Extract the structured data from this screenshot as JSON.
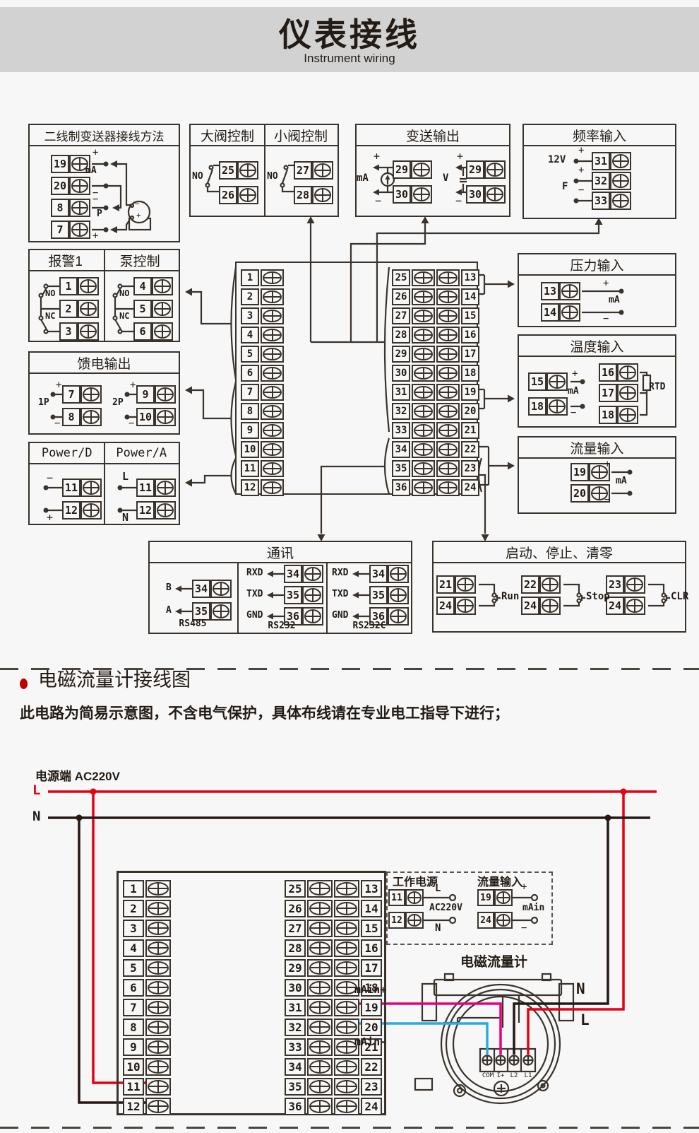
{
  "title": {
    "zh": "仪表接线",
    "en": "Instrument wiring"
  },
  "upper": {
    "two_wire": {
      "title": "二线制变送器接线方法",
      "t": [
        "19",
        "20",
        "8",
        "7"
      ],
      "plus1": "+",
      "ma": "mA",
      "minus1": "−",
      "minus2": "−",
      "p": "P",
      "plus2": "+",
      "tx_minus": "−",
      "tx_plus": "+"
    },
    "big_valve": {
      "title": "大阀控制",
      "no": "NO",
      "t": [
        "25",
        "26"
      ]
    },
    "small_valve": {
      "title": "小阀控制",
      "no": "NO",
      "t": [
        "27",
        "28"
      ]
    },
    "transmit": {
      "title": "变送输出",
      "ma": "mA",
      "v": "V",
      "plus": "+",
      "minus": "−",
      "t_ma": [
        "29",
        "30"
      ],
      "t_v": [
        "29",
        "30"
      ]
    },
    "freq": {
      "title": "频率输入",
      "v12": "12V",
      "f": "F",
      "plus": "+",
      "minus": "−",
      "t": [
        "31",
        "32",
        "33"
      ]
    },
    "alarm": {
      "title": "报警1",
      "no": "NO",
      "nc": "NC",
      "t": [
        "1",
        "2",
        "3"
      ]
    },
    "pump": {
      "title": "泵控制",
      "no": "NO",
      "nc": "NC",
      "t": [
        "4",
        "5",
        "6"
      ]
    },
    "feed": {
      "title": "馈电输出",
      "g1": "1P",
      "g2": "2P",
      "plus": "+",
      "minus": "−",
      "t1": [
        "7",
        "8"
      ],
      "t2": [
        "9",
        "10"
      ]
    },
    "power_d": {
      "title": "Power/D",
      "minus": "−",
      "plus": "+",
      "t": [
        "11",
        "12"
      ]
    },
    "power_a": {
      "title": "Power/A",
      "l": "L",
      "n": "N",
      "t": [
        "11",
        "12"
      ]
    },
    "pressure": {
      "title": "压力输入",
      "plus": "+",
      "minus": "−",
      "ma": "mA",
      "t": [
        "13",
        "14"
      ]
    },
    "temperature": {
      "title": "温度输入",
      "plus": "+",
      "minus": "−",
      "ma": "mA",
      "rtd": "RTD",
      "t_left": [
        "15",
        "18"
      ],
      "t_right": [
        "16",
        "17",
        "18"
      ]
    },
    "flow": {
      "title": "流量输入",
      "plus": "+",
      "minus": "−",
      "ma": "mA",
      "t": [
        "19",
        "20"
      ]
    },
    "comm": {
      "title": "通讯",
      "rs485": {
        "labels": [
          "B",
          "A"
        ],
        "t": [
          "34",
          "35"
        ],
        "name": "RS485"
      },
      "rs232": {
        "labels": [
          "RXD",
          "TXD",
          "GND"
        ],
        "t": [
          "34",
          "35",
          "36"
        ],
        "name": "RS232"
      },
      "rs232c": {
        "labels": [
          "RXD",
          "TXD",
          "GND"
        ],
        "t": [
          "34",
          "35",
          "36"
        ],
        "name": "RS232C"
      }
    },
    "control": {
      "title": "启动、停止、清零",
      "groups": [
        {
          "a": "21",
          "b": "24",
          "label": "Run"
        },
        {
          "a": "22",
          "b": "24",
          "label": "Stop"
        },
        {
          "a": "23",
          "b": "24",
          "label": "CLR"
        }
      ]
    },
    "strip_left": [
      "1",
      "2",
      "3",
      "4",
      "5",
      "6",
      "7",
      "8",
      "9",
      "10",
      "11",
      "12"
    ],
    "strip_right": [
      {
        "a": "25",
        "b": "13"
      },
      {
        "a": "26",
        "b": "14"
      },
      {
        "a": "27",
        "b": "15"
      },
      {
        "a": "28",
        "b": "16"
      },
      {
        "a": "29",
        "b": "17"
      },
      {
        "a": "30",
        "b": "18"
      },
      {
        "a": "31",
        "b": "19"
      },
      {
        "a": "32",
        "b": "20"
      },
      {
        "a": "33",
        "b": "21"
      },
      {
        "a": "34",
        "b": "22"
      },
      {
        "a": "35",
        "b": "23"
      },
      {
        "a": "36",
        "b": "24"
      }
    ]
  },
  "lower": {
    "heading": "电磁流量计接线图",
    "note": "此电路为简易示意图，不含电气保护，具体布线请在专业电工指导下进行；",
    "power_label": "电源端 AC220V",
    "l": "L",
    "n": "N",
    "strip_left": [
      "1",
      "2",
      "3",
      "4",
      "5",
      "6",
      "7",
      "8",
      "9",
      "10",
      "11",
      "12"
    ],
    "strip_right": [
      {
        "a": "25",
        "b": "13"
      },
      {
        "a": "26",
        "b": "14"
      },
      {
        "a": "27",
        "b": "15"
      },
      {
        "a": "28",
        "b": "16"
      },
      {
        "a": "29",
        "b": "17"
      },
      {
        "a": "30",
        "b": "18"
      },
      {
        "a": "31",
        "b": "19"
      },
      {
        "a": "32",
        "b": "20"
      },
      {
        "a": "33",
        "b": "21"
      },
      {
        "a": "34",
        "b": "22"
      },
      {
        "a": "35",
        "b": "23"
      },
      {
        "a": "36",
        "b": "24"
      }
    ],
    "box_power": {
      "title": "工作电源",
      "t": [
        "11",
        "12"
      ],
      "l": "L",
      "n": "N",
      "v": "AC220V"
    },
    "box_flow": {
      "title": "流量输入",
      "t": [
        "19",
        "24"
      ],
      "plus": "+",
      "minus": "−",
      "ma": "mAin"
    },
    "main_plus": "mAin+",
    "main_minus": "mAin-",
    "meter": {
      "title": "电磁流量计",
      "terminals": [
        "COM",
        "I+",
        "L2",
        "L1"
      ],
      "n": "N",
      "l": "L"
    }
  },
  "colors": {
    "wire_red": "#e60012",
    "wire_black": "#231815",
    "wire_magenta": "#e6007e",
    "wire_blue": "#29abe2",
    "accent_red": "#c00000",
    "line": "#3a332c",
    "band": "#d2d2d2"
  }
}
